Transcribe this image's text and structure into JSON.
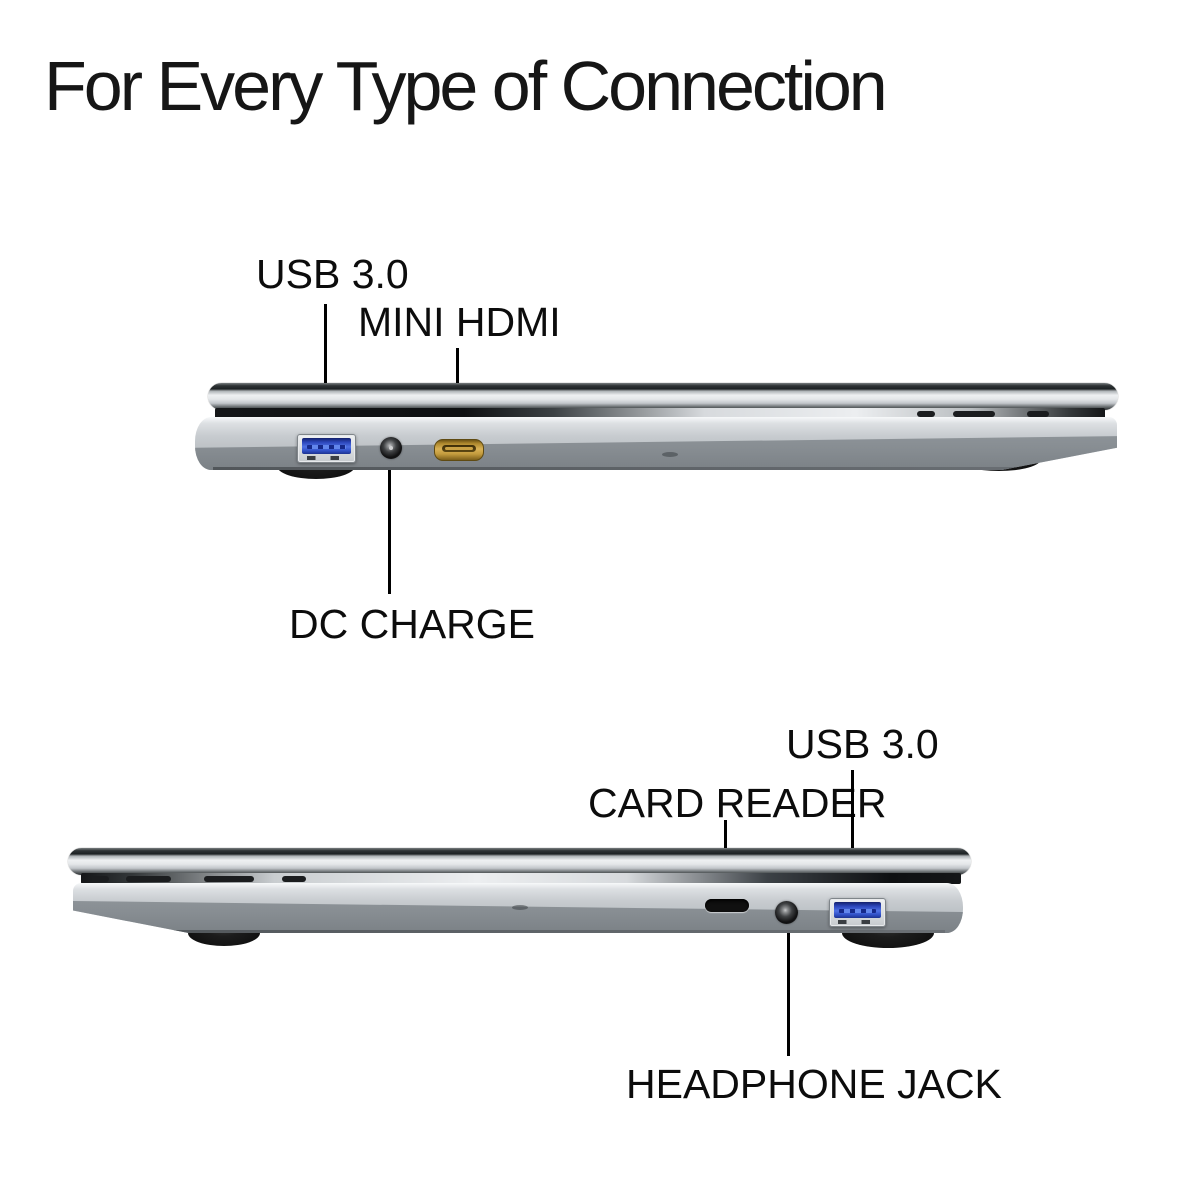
{
  "title": "For Every Type of Connection",
  "colors": {
    "background": "#ffffff",
    "text": "#0d0d0d",
    "callout_line": "#000000",
    "usb_blue": "#3a5ad0",
    "hdmi_gold": "#c79f44",
    "laptop_silver": "#c3c8cc",
    "foot_black": "#141414"
  },
  "top_laptop": {
    "callouts": [
      {
        "label": "USB 3.0",
        "target": "usb3-port"
      },
      {
        "label": "MINI HDMI",
        "target": "mini-hdmi-port"
      },
      {
        "label": "DC CHARGE",
        "target": "dc-charge-port"
      }
    ]
  },
  "bottom_laptop": {
    "callouts": [
      {
        "label": "USB 3.0",
        "target": "usb3-port"
      },
      {
        "label": "CARD READER",
        "target": "card-reader-slot"
      },
      {
        "label": "HEADPHONE JACK",
        "target": "headphone-jack-port"
      }
    ]
  }
}
